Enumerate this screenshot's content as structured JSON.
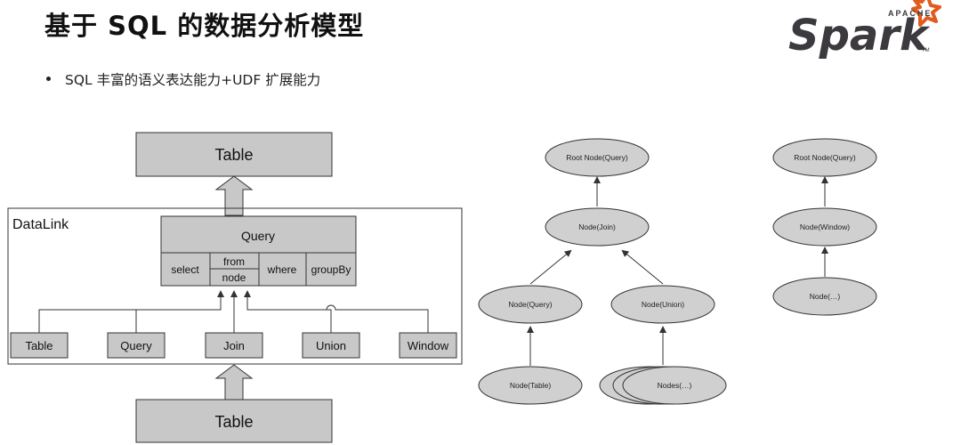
{
  "slide": {
    "title": "基于 SQL 的数据分析模型",
    "bullet": "SQL 丰富的语义表达能力+UDF 扩展能力"
  },
  "logo": {
    "top_text": "APACHE",
    "main_text": "Spark",
    "tm": "TM",
    "accent_color": "#e25a1c",
    "text_color": "#3c3a3e"
  },
  "left_diagram": {
    "top_table": "Table",
    "bottom_table": "Table",
    "container_label": "DataLink",
    "query": {
      "title": "Query",
      "fields": [
        "select",
        "from",
        "node",
        "where",
        "groupBy"
      ]
    },
    "node_types": [
      "Table",
      "Query",
      "Join",
      "Union",
      "Window"
    ]
  },
  "tree_1": {
    "root": "Root Node(Query)",
    "join": "Node(Join)",
    "query": "Node(Query)",
    "union": "Node(Union)",
    "table": "Node(Table)",
    "nodes": "Nodes(…)"
  },
  "tree_2": {
    "root": "Root Node(Query)",
    "window": "Node(Window)",
    "child": "Node(…)"
  },
  "colors": {
    "box_fill": "#c8c8c8",
    "node_fill": "#d0d0d0",
    "stroke": "#333333"
  }
}
